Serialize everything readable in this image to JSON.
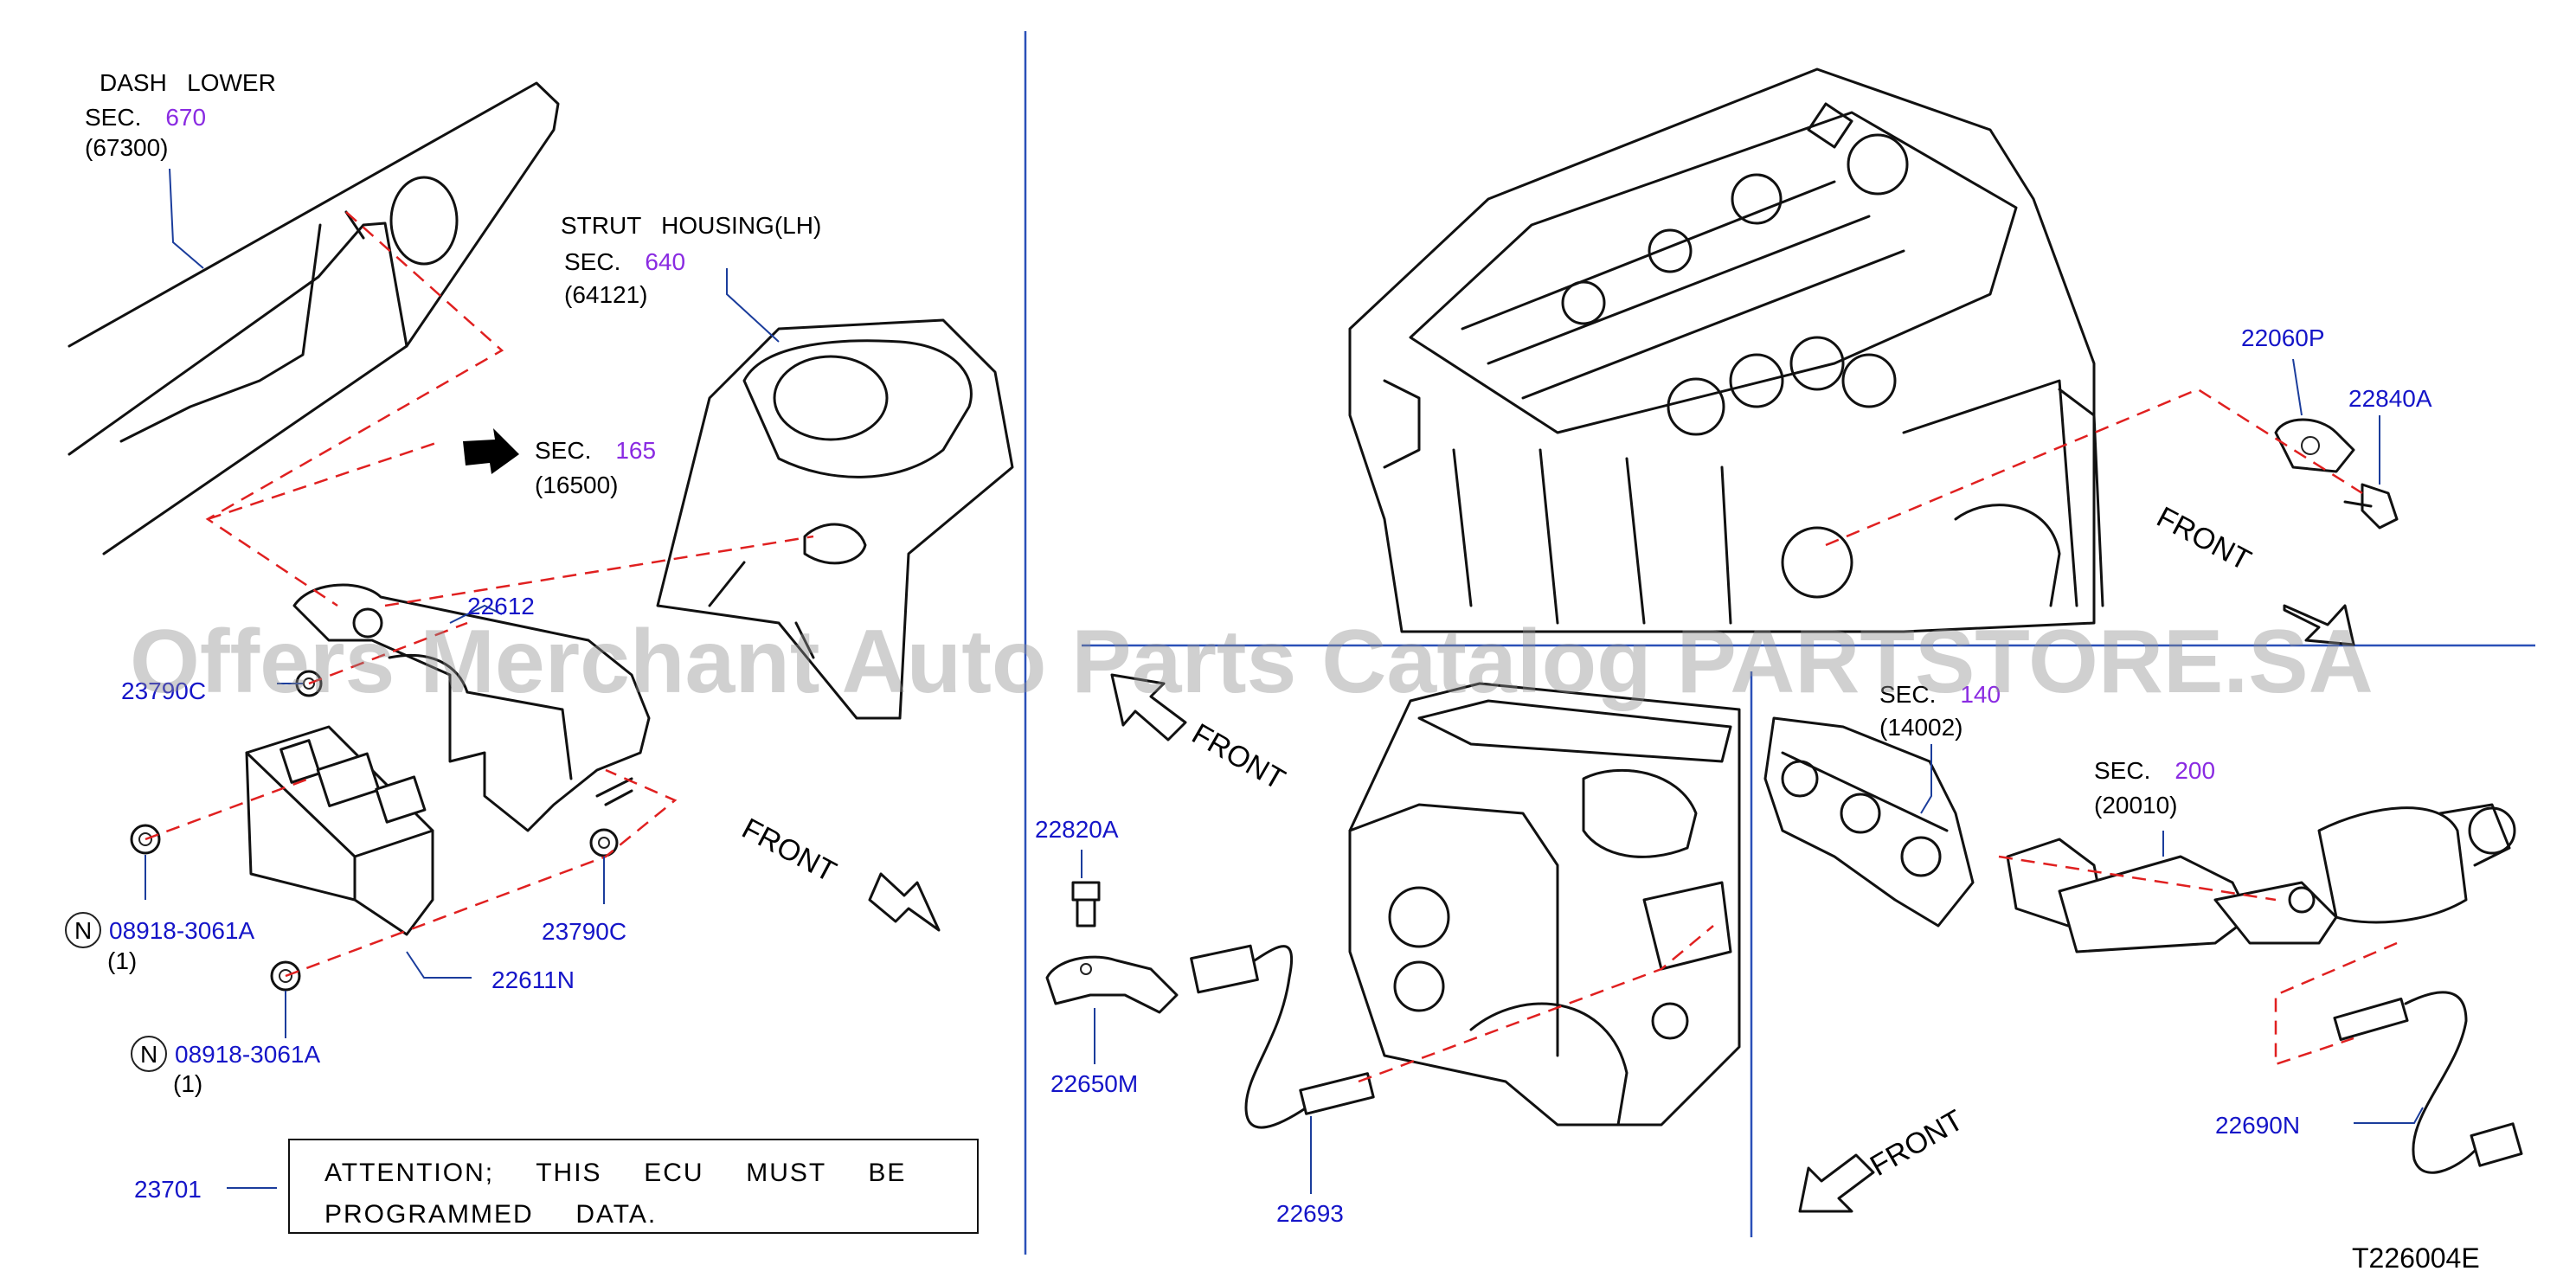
{
  "refs": {
    "dash_lower": {
      "name": "DASH   LOWER",
      "sec_label": "SEC.",
      "sec_no": "670",
      "code": "(67300)"
    },
    "strut_housing": {
      "name": "STRUT   HOUSING(LH)",
      "sec_label": "SEC.",
      "sec_no": "640",
      "code": "(64121)"
    },
    "sec_165": {
      "sec_label": "SEC.",
      "sec_no": "165",
      "code": "(16500)"
    },
    "sec_140": {
      "sec_label": "SEC.",
      "sec_no": "140",
      "code": "(14002)"
    },
    "sec_200": {
      "sec_label": "SEC.",
      "sec_no": "200",
      "code": "(20010)"
    }
  },
  "parts": {
    "p22612": "22612",
    "p23790c_a": "23790C",
    "p23790c_b": "23790C",
    "p08918_a": "08918-3061A",
    "p08918_a_qty": "(1)",
    "p08918_b": "08918-3061A",
    "p08918_b_qty": "(1)",
    "n_symbol": "N",
    "p22611n": "22611N",
    "p23701": "23701",
    "p22820a": "22820A",
    "p22650m": "22650M",
    "p22693": "22693",
    "p22060p": "22060P",
    "p22840a": "22840A",
    "p22690n": "22690N"
  },
  "front_labels": {
    "left": "FRONT",
    "middle": "FRONT",
    "right_top": "FRONT",
    "right_bottom": "FRONT"
  },
  "attention": {
    "line1": "ATTENTION;  THIS  ECU  MUST  BE",
    "line2": "PROGRAMMED  DATA."
  },
  "diagram_code": "T226004E",
  "watermark": "Offers Merchant Auto Parts Catalog PARTSTORE.SA",
  "colors": {
    "part_number": "#1515c8",
    "section_number": "#8a2be2",
    "dashed_leader": "#e02020",
    "divider": "#2a50b8",
    "watermark": "#8e8e8e"
  }
}
